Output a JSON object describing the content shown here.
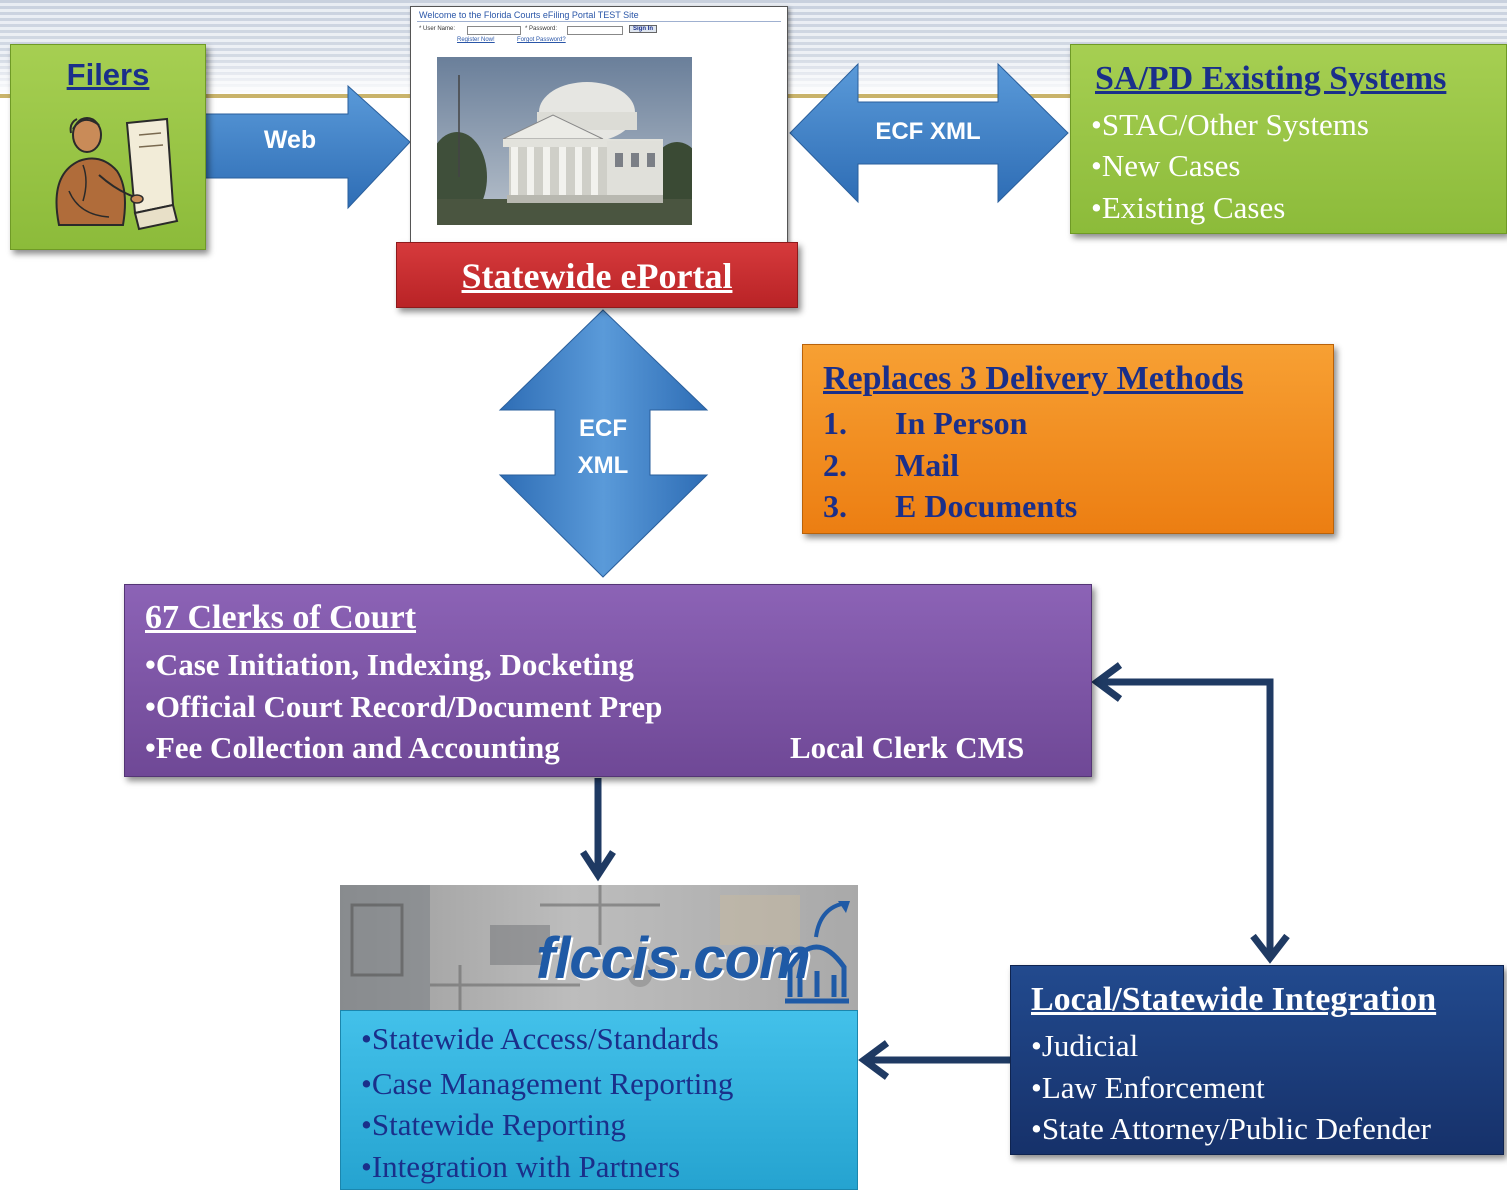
{
  "filers": {
    "title": "Filers"
  },
  "web_arrow": {
    "label": "Web"
  },
  "portal_screenshot": {
    "welcome": "Welcome to the Florida Courts eFiling Portal TEST Site",
    "username_label": "* User Name:",
    "password_label": "* Password:",
    "sign_in": "Sign In",
    "register": "Register Now!",
    "forgot": "Forgot Password?"
  },
  "eportal": {
    "title": "Statewide ePortal"
  },
  "ecf_horizontal": {
    "label": "ECF XML"
  },
  "sapd": {
    "title": "SA/PD Existing Systems",
    "items": [
      "•STAC/Other Systems",
      "•New Cases",
      "•Existing Cases"
    ]
  },
  "ecf_vertical": {
    "line1": "ECF",
    "line2": "XML"
  },
  "replaces": {
    "title": "Replaces 3 Delivery Methods",
    "items": [
      {
        "num": "1.",
        "text": "In Person"
      },
      {
        "num": "2.",
        "text": "Mail"
      },
      {
        "num": "3.",
        "text": "E Documents"
      }
    ]
  },
  "clerks": {
    "title": "67 Clerks of Court",
    "items": [
      "•Case Initiation, Indexing, Docketing",
      "•Official Court Record/Document Prep",
      "•Fee Collection and Accounting"
    ],
    "cms": "Local Clerk CMS"
  },
  "flccis": {
    "logo": "flccis.com",
    "items": [
      "•Statewide Access/Standards",
      "•Case Management Reporting",
      "•Statewide Reporting",
      "•Integration with Partners"
    ]
  },
  "integration": {
    "title": "Local/Statewide Integration",
    "items": [
      "•Judicial",
      "•Law Enforcement",
      "•State Attorney/Public Defender"
    ]
  },
  "colors": {
    "green": "#8cbb3a",
    "blue_arrow": "#3a7fc9",
    "red": "#c8292c",
    "orange": "#f08a1c",
    "purple": "#7e55a8",
    "cyan": "#35b6e0",
    "navy": "#1d3c78",
    "connector": "#1f3a63"
  }
}
